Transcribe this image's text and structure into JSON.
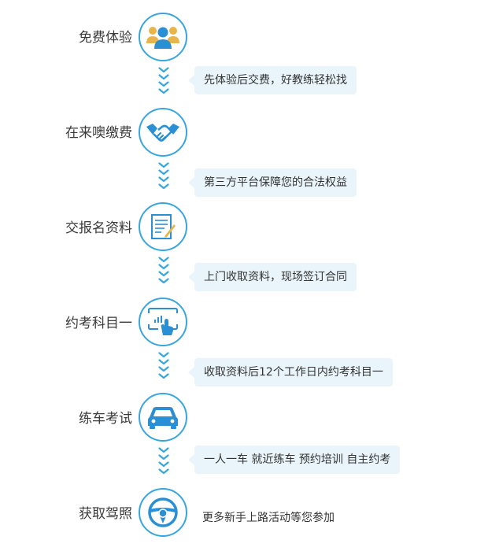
{
  "steps": [
    {
      "title": "免费体验",
      "icon": "users-icon",
      "note": "先体验后交费，好教练轻松找"
    },
    {
      "title": "在来噢缴费",
      "icon": "handshake-icon",
      "note": "第三方平台保障您的合法权益"
    },
    {
      "title": "交报名资料",
      "icon": "document-pen-icon",
      "note": "上门收取资料，现场签订合同"
    },
    {
      "title": "约考科目一",
      "icon": "touch-screen-icon",
      "note": "收取资料后12个工作日内约考科目一"
    },
    {
      "title": "练车考试",
      "icon": "car-icon",
      "note": "一人一车  就近练车  预约培训  自主约考"
    },
    {
      "title": "获取驾照",
      "icon": "steering-wheel-icon",
      "note": "更多新手上路活动等您参加"
    }
  ],
  "colors": {
    "accent": "#37a6de",
    "bubble": "#e9f5fb",
    "gold": "#e7b548",
    "icon_blue": "#2b8fd4"
  }
}
